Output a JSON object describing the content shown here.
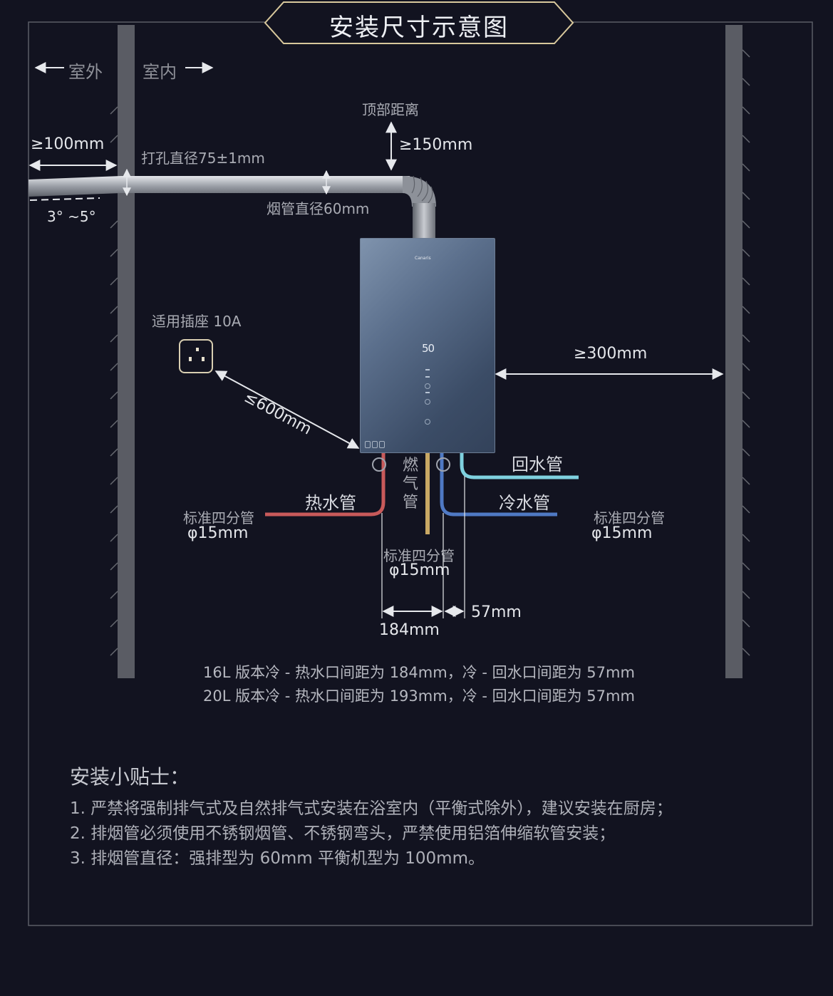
{
  "title": "安装尺寸示意图",
  "labels": {
    "outdoor": "室外",
    "indoor": "室内",
    "wall_gap": "≥100mm",
    "hole_diameter": "打孔直径75±1mm",
    "slope": "3° ~5°",
    "top_distance_label": "顶部距离",
    "top_distance": "≥150mm",
    "flue_diameter": "烟管直径60mm",
    "socket_label": "适用插座 10A",
    "socket_distance": "≤600mm",
    "side_distance": "≥300mm",
    "return_water": "回水管",
    "cold_water": "冷水管",
    "hot_water": "热水管",
    "gas_pipe": "燃气管",
    "pipe_std_left": "标准四分管",
    "pipe_dia_left": "φ15mm",
    "pipe_std_right": "标准四分管",
    "pipe_dia_right": "φ15mm",
    "pipe_std_center": "标准四分管",
    "pipe_dia_center": "φ15mm",
    "spacing_184": "184mm",
    "spacing_57": "57mm"
  },
  "heater": {
    "brand": "Canaris",
    "display": "50"
  },
  "notes": [
    "16L 版本冷 - 热水口间距为 184mm，冷 - 回水口间距为 57mm",
    "20L 版本冷 - 热水口间距为 193mm，冷 - 回水口间距为 57mm"
  ],
  "tips": {
    "title": "安装小贴士：",
    "items": [
      "1. 严禁将强制排气式及自然排气式安装在浴室内（平衡式除外），建议安装在厨房；",
      "2. 排烟管必须使用不锈钢烟管、不锈钢弯头，严禁使用铝箔伸缩软管安装；",
      "3. 排烟管直径：强排型为 60mm 平衡机型为 100mm。"
    ]
  },
  "colors": {
    "background": "#121320",
    "gold": "#d8c89c",
    "hot_pipe": "#c85a5a",
    "cold_pipe": "#4f79c4",
    "return_pipe": "#7fd1df",
    "gas_pipe": "#c9a864"
  }
}
